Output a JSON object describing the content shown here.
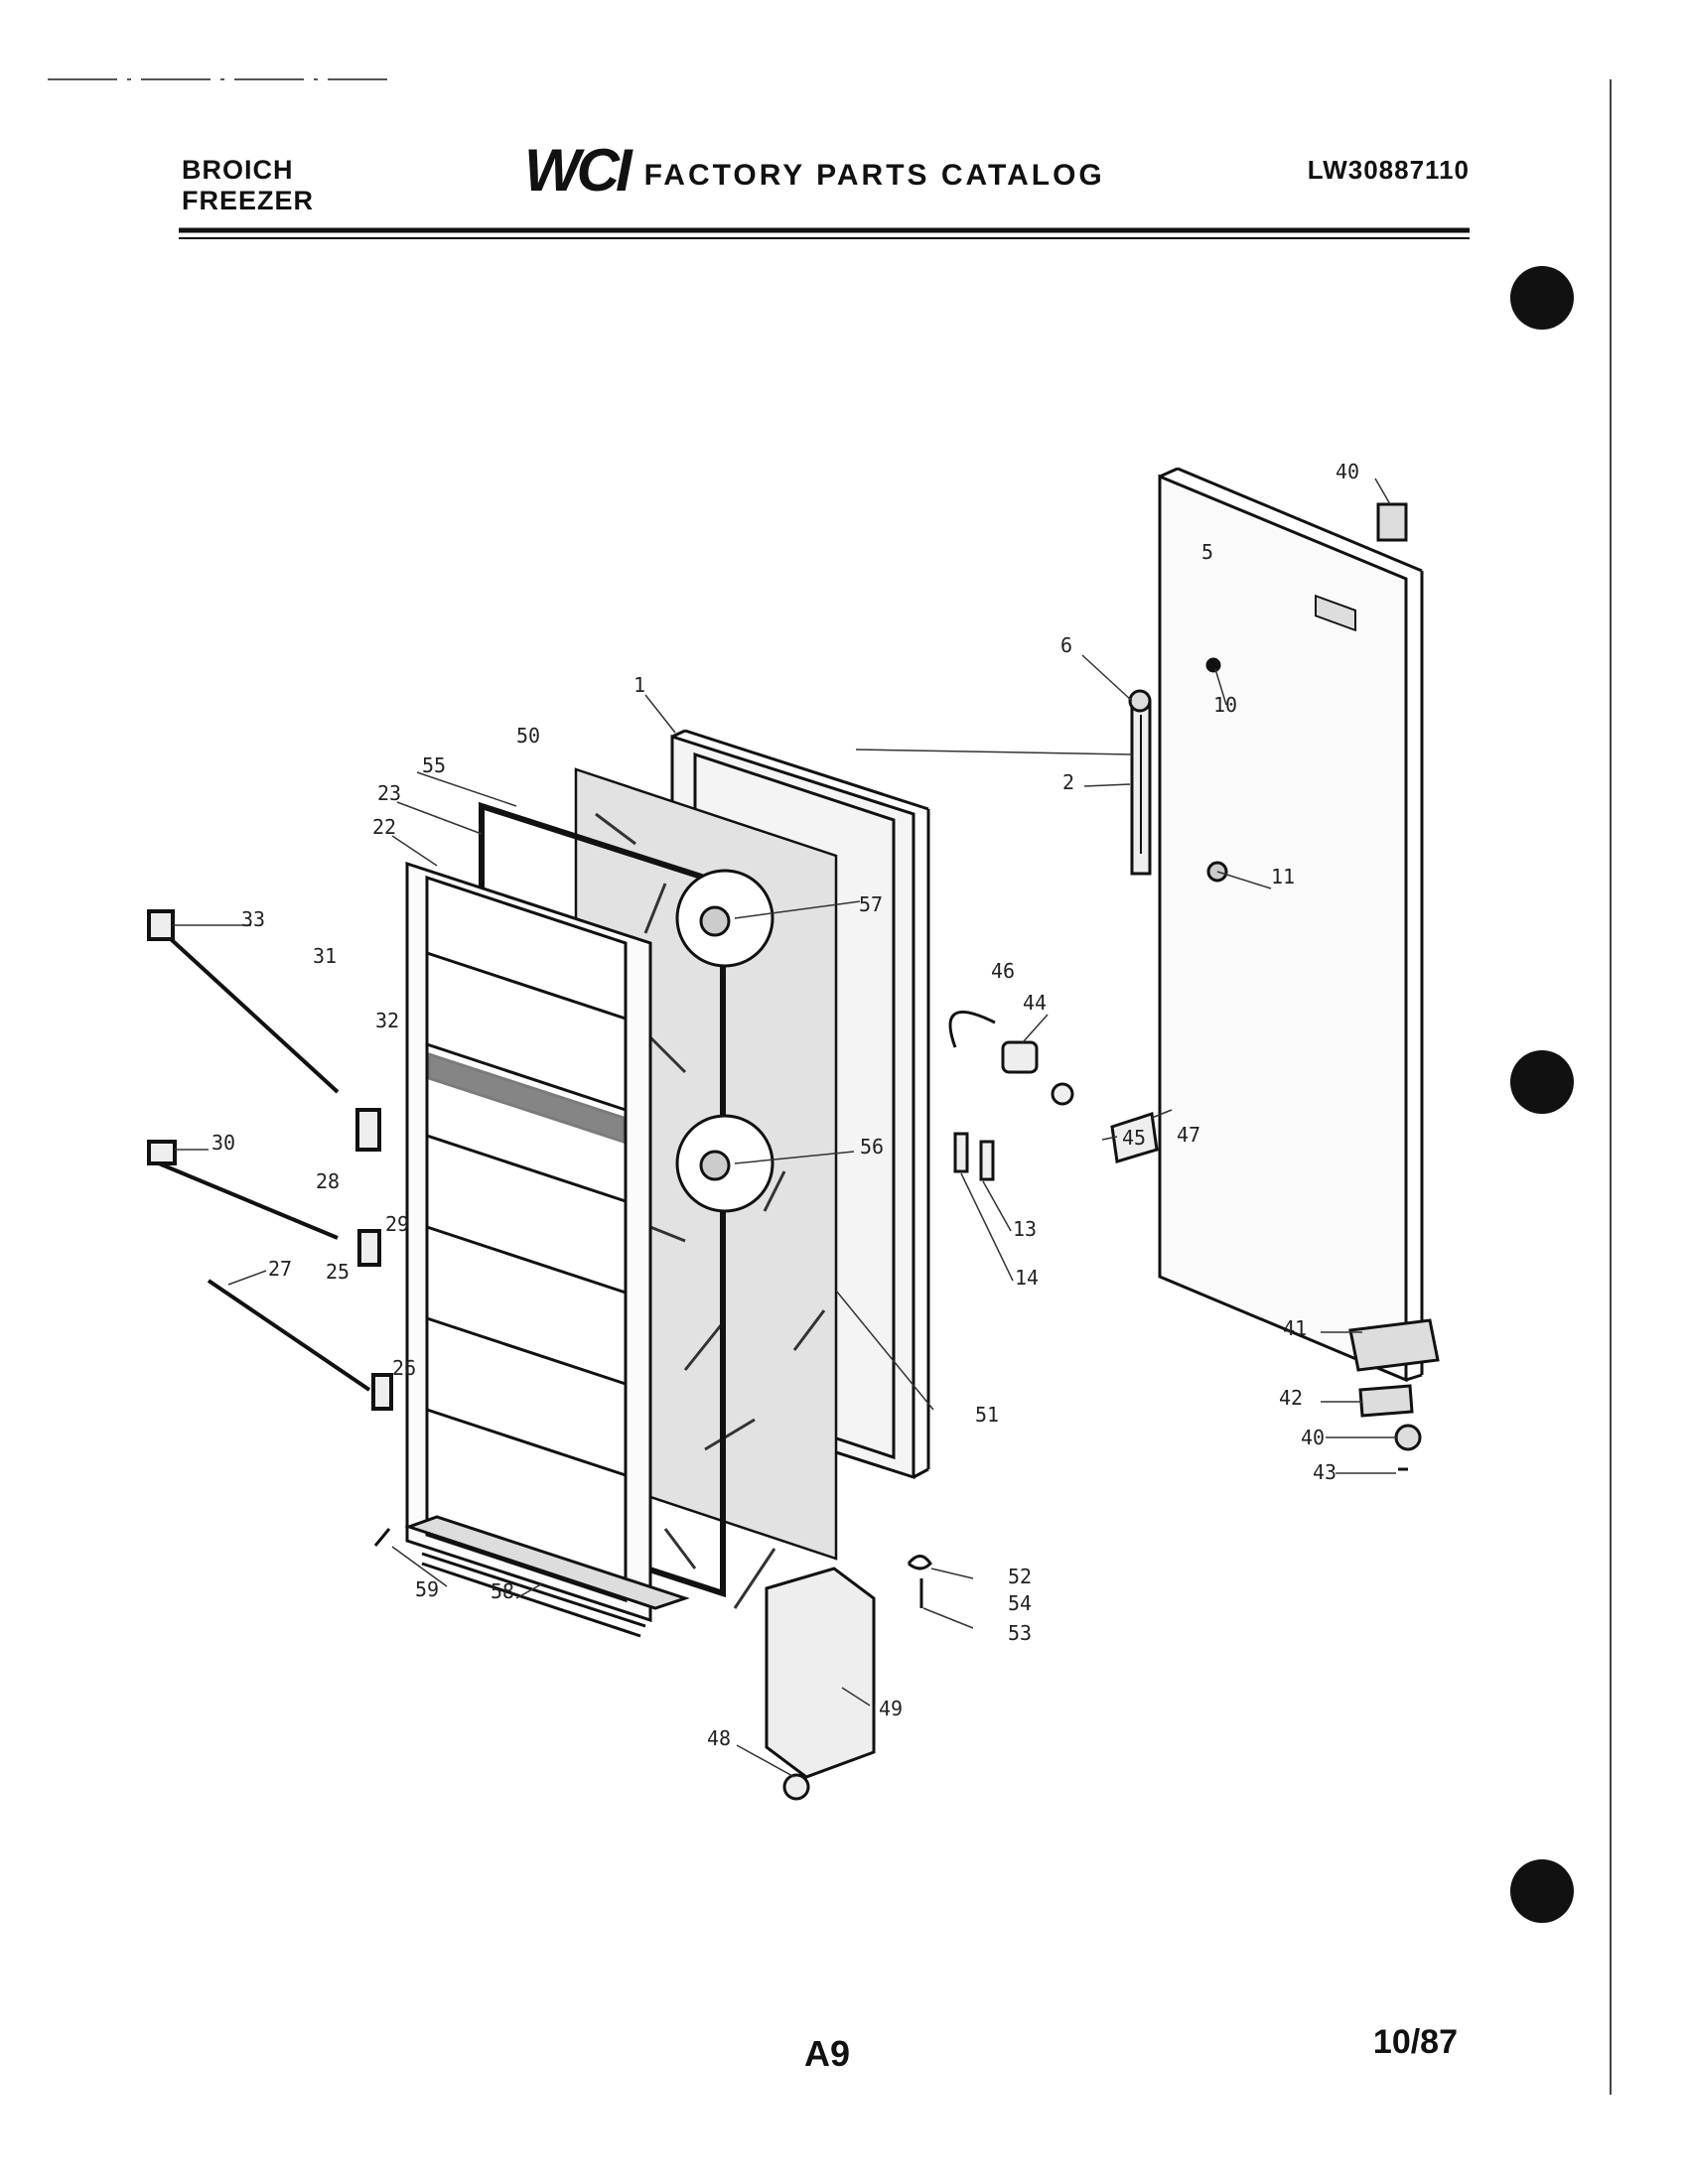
{
  "header": {
    "model_line1": "BROICH",
    "model_line2": "FREEZER",
    "logo": "WCI",
    "catalog_title": "FACTORY PARTS CATALOG",
    "part_number": "LW30887110"
  },
  "footer": {
    "page": "A9",
    "date": "10/87"
  },
  "callouts": [
    "1",
    "2",
    "5",
    "6",
    "10",
    "11",
    "13",
    "14",
    "22",
    "23",
    "25",
    "26",
    "27",
    "28",
    "29",
    "30",
    "31",
    "32",
    "33",
    "40",
    "40",
    "41",
    "42",
    "43",
    "44",
    "45",
    "46",
    "47",
    "48",
    "49",
    "50",
    "51",
    "52",
    "53",
    "54",
    "55",
    "56",
    "57",
    "58",
    "59"
  ]
}
